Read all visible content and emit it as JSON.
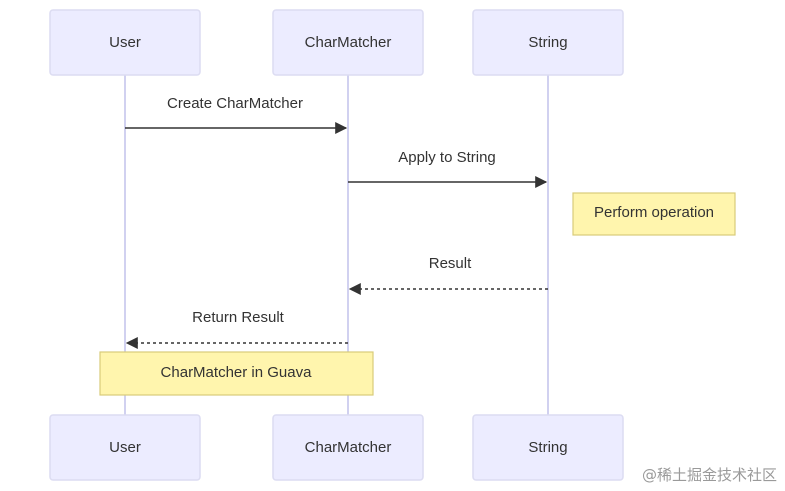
{
  "diagram": {
    "type": "sequence",
    "participants": [
      {
        "id": "user",
        "label": "User"
      },
      {
        "id": "charmatcher",
        "label": "CharMatcher"
      },
      {
        "id": "string",
        "label": "String"
      }
    ],
    "messages": [
      {
        "from": "user",
        "to": "charmatcher",
        "label": "Create CharMatcher",
        "style": "solid"
      },
      {
        "from": "charmatcher",
        "to": "string",
        "label": "Apply to String",
        "style": "solid"
      },
      {
        "from": "string",
        "to": "charmatcher",
        "label": "Result",
        "style": "dashed"
      },
      {
        "from": "charmatcher",
        "to": "user",
        "label": "Return Result",
        "style": "dashed"
      }
    ],
    "notes": [
      {
        "over": "string",
        "text": "Perform operation"
      },
      {
        "over": "user-charmatcher",
        "text": "CharMatcher in Guava"
      }
    ],
    "colors": {
      "actor_fill": "#ECECFF",
      "note_fill": "#FFF5AD",
      "line": "#333333"
    }
  },
  "watermark": "@稀土掘金技术社区"
}
